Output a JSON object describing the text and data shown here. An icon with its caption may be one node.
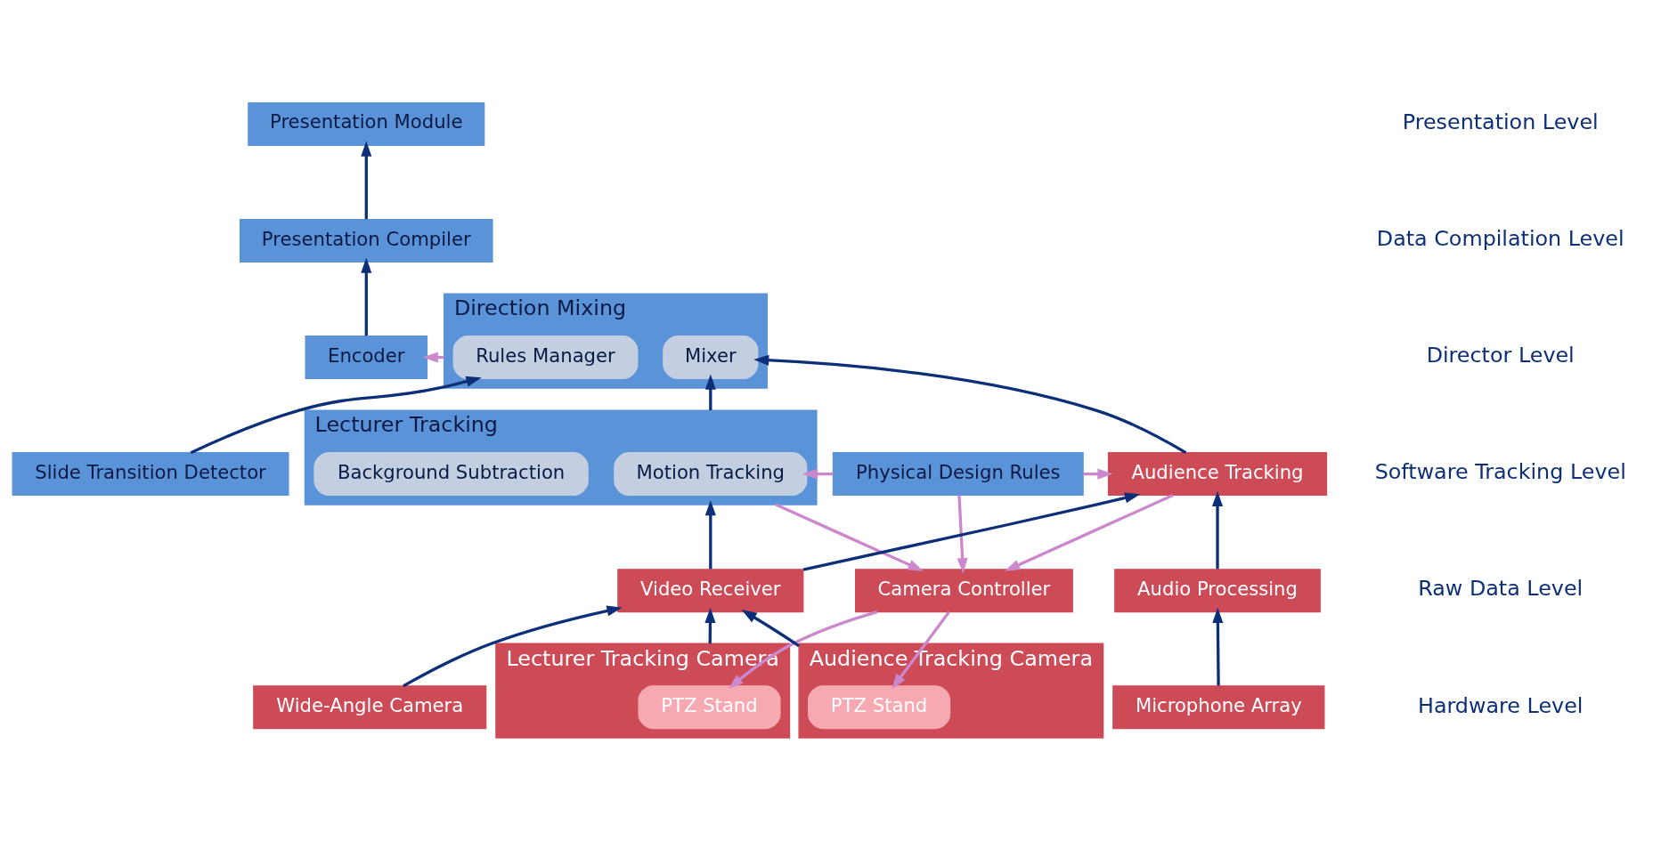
{
  "diagram": {
    "nodes": [
      {
        "text": [
          "Presentation Module"
        ]
      },
      {
        "text": [
          "Presentation Compiler"
        ]
      },
      {
        "text": [
          "Direction Mixing"
        ]
      },
      {
        "text": [
          "Rules Manager"
        ],
        "in": 2
      },
      {
        "text": [
          "Mixer"
        ],
        "in": 2
      },
      {
        "text": [
          "Encoder"
        ]
      },
      {
        "text": [
          "Slide Transition Detector"
        ]
      },
      {
        "text": [
          "Physical Design Rules"
        ]
      },
      {
        "text": [
          "Lecturer Tracking"
        ]
      },
      {
        "text": [
          "Motion Tracking"
        ],
        "in": 8
      },
      {
        "text": [
          "Background Subtraction"
        ],
        "in": 8
      },
      {
        "text": [
          "Audience Tracking"
        ]
      },
      {
        "text": [
          "Video Receiver"
        ]
      },
      {
        "text": [
          "Camera Controller"
        ]
      },
      {
        "text": [
          "Audio Processing"
        ]
      },
      {
        "text": [
          "Wide-Angle Camera"
        ]
      },
      {
        "text": [
          "Lecturer Tracking Camera"
        ]
      },
      {
        "text": [
          "PTZ Stand"
        ],
        "in": 16
      },
      {
        "text": [
          "Audience Tracking Camera"
        ]
      },
      {
        "text": [
          "PTZ Stand"
        ],
        "in": 18
      },
      {
        "text": [
          "Microphone Array"
        ]
      }
    ],
    "edges": [
      {
        "from": 1,
        "to": 0,
        "arrow": "to"
      },
      {
        "from": 5,
        "to": 1,
        "arrow": "to"
      },
      {
        "from": 6,
        "to": 3,
        "arrow": "to"
      },
      {
        "from": 8,
        "to": 4,
        "arrow": "to"
      },
      {
        "from": 11,
        "to": 4,
        "arrow": "to"
      },
      {
        "from": 2,
        "to": 5,
        "arrow": "to",
        "color": "#cc88cc"
      },
      {
        "from": 12,
        "to": 8,
        "arrow": "to"
      },
      {
        "from": 12,
        "to": 11,
        "arrow": "to"
      },
      {
        "from": 14,
        "to": 11,
        "arrow": "to"
      },
      {
        "from": 7,
        "to": 9,
        "arrow": "to",
        "color": "#cc88cc"
      },
      {
        "from": 7,
        "to": 11,
        "arrow": "to",
        "color": "#cc88cc"
      },
      {
        "from": 7,
        "to": 13,
        "arrow": "to",
        "color": "#cc88cc"
      },
      {
        "from": 8,
        "to": 13,
        "arrow": "to",
        "color": "#cc88cc"
      },
      {
        "from": 11,
        "to": 13,
        "arrow": "to",
        "color": "#cc88cc"
      },
      {
        "from": 15,
        "to": 12,
        "arrow": "to"
      },
      {
        "from": 16,
        "to": 12,
        "arrow": "to"
      },
      {
        "from": 18,
        "to": 12,
        "arrow": "to"
      },
      {
        "from": 13,
        "to": 17,
        "arrow": "to",
        "color": "#cc88cc"
      },
      {
        "from": 13,
        "to": 19,
        "arrow": "to",
        "color": "#cc88cc"
      },
      {
        "from": 20,
        "to": 14,
        "arrow": "to"
      }
    ],
    "labels": [
      "Presentation Level",
      "Data Compilation Level",
      "Director Level",
      "Software Tracking Level",
      "Raw Data Level",
      "Hardware Level"
    ]
  }
}
